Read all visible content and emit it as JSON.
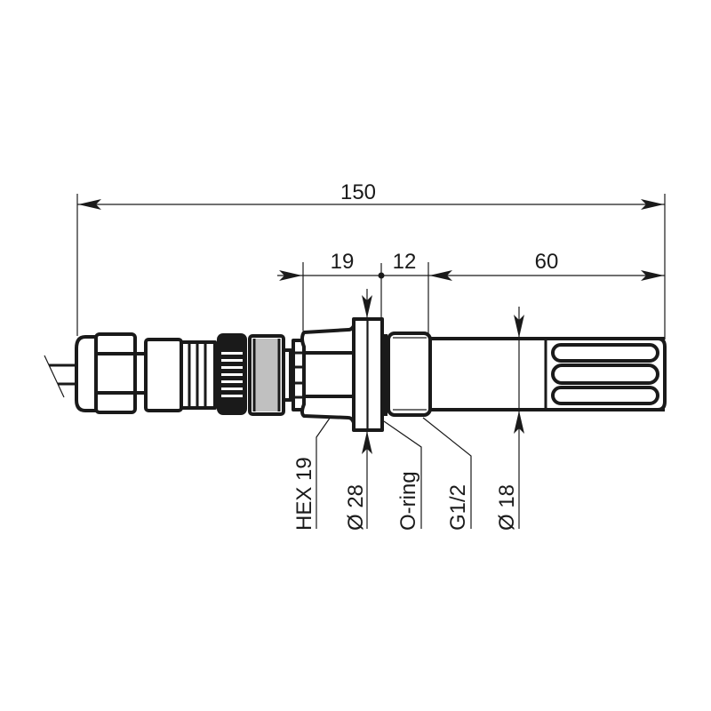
{
  "drawing": {
    "title": "Sensor probe dimensional drawing",
    "units": "mm",
    "colors": {
      "line": "#1a1a1a",
      "background": "#ffffff",
      "gray_band": "#c0c0c0"
    },
    "dimensions": {
      "overall_length": "150",
      "hex_length": "19",
      "flange_to_thread": "12",
      "probe_tip_length": "60"
    },
    "callouts": [
      {
        "id": "hex",
        "label": "HEX 19"
      },
      {
        "id": "flange-diameter",
        "label": "Ø 28"
      },
      {
        "id": "o-ring",
        "label": "O-ring"
      },
      {
        "id": "thread",
        "label": "G1/2"
      },
      {
        "id": "probe-diameter",
        "label": "Ø 18"
      }
    ]
  }
}
